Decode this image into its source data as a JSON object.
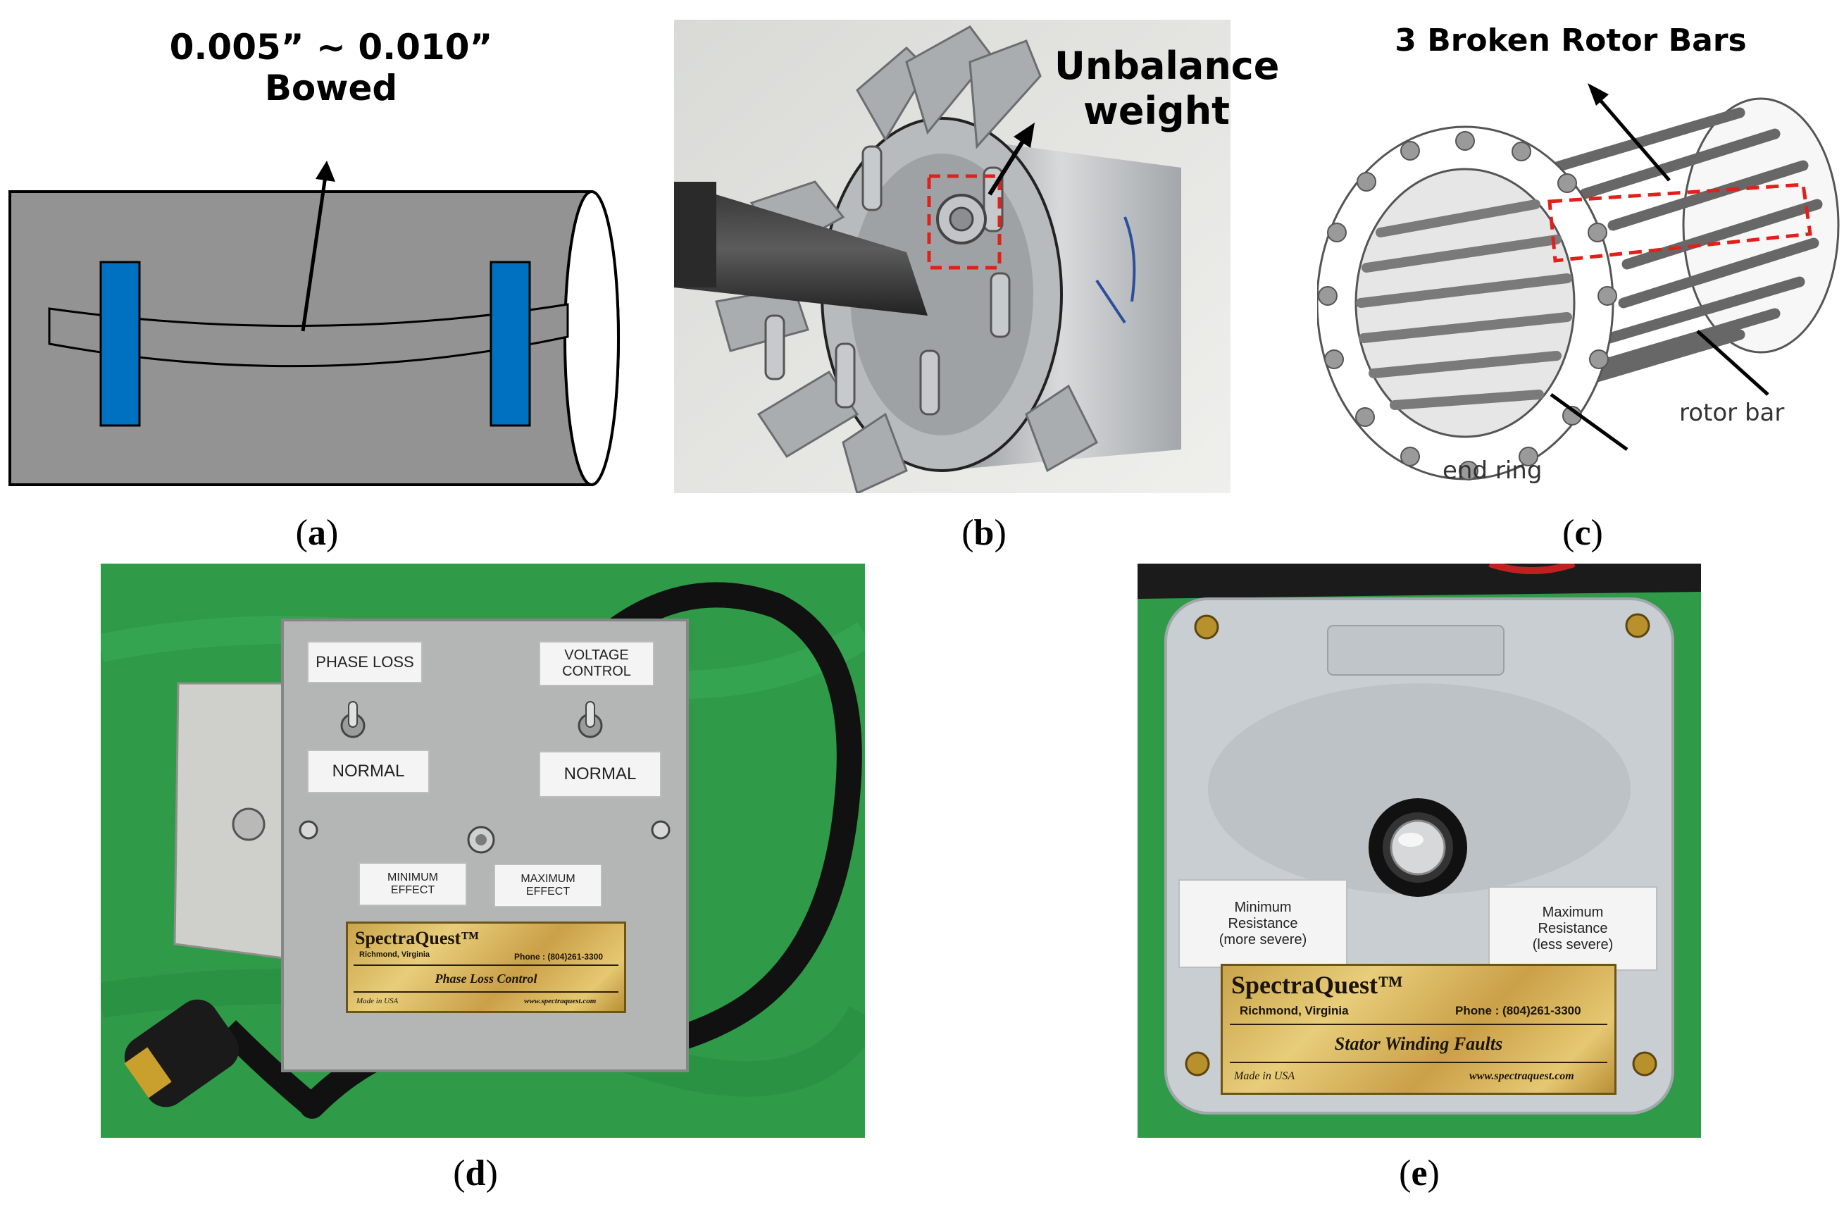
{
  "panel_a": {
    "annotation_line1": "0.005” ~ 0.010”",
    "annotation_line2": "Bowed",
    "caption_open": "(",
    "caption_letter": "a",
    "caption_close": ")"
  },
  "panel_b": {
    "annotation_line1": "Unbalance",
    "annotation_line2": "weight",
    "caption_open": "(",
    "caption_letter": "b",
    "caption_close": ")"
  },
  "panel_c": {
    "annotation_title": "3 Broken Rotor Bars",
    "label_rotor_bar": "rotor bar",
    "label_end_ring": "end ring",
    "caption_open": "(",
    "caption_letter": "c",
    "caption_close": ")"
  },
  "panel_d": {
    "label_phase_loss": "PHASE LOSS",
    "label_voltage_control_1": "VOLTAGE",
    "label_voltage_control_2": "CONTROL",
    "label_normal_left": "NORMAL",
    "label_normal_right": "NORMAL",
    "label_min_effect_1": "MINIMUM",
    "label_min_effect_2": "EFFECT",
    "label_max_effect_1": "MAXIMUM",
    "label_max_effect_2": "EFFECT",
    "plate_brand": "SpectraQuest™",
    "plate_city": "Richmond, Virginia",
    "plate_phone": "Phone : (804)261-3300",
    "plate_product": "Phase Loss Control",
    "plate_made": "Made in USA",
    "plate_web": "www.spectraquest.com",
    "caption_open": "(",
    "caption_letter": "d",
    "caption_close": ")"
  },
  "panel_e": {
    "label_min_1": "Minimum",
    "label_min_2": "Resistance",
    "label_min_3": "(more severe)",
    "label_max_1": "Maximum",
    "label_max_2": "Resistance",
    "label_max_3": "(less severe)",
    "plate_brand": "SpectraQuest™",
    "plate_city": "Richmond, Virginia",
    "plate_phone": "Phone : (804)261-3300",
    "plate_product": "Stator Winding Faults",
    "plate_made": "Made in USA",
    "plate_web": "www.spectraquest.com",
    "caption_open": "(",
    "caption_letter": "e",
    "caption_close": ")"
  }
}
